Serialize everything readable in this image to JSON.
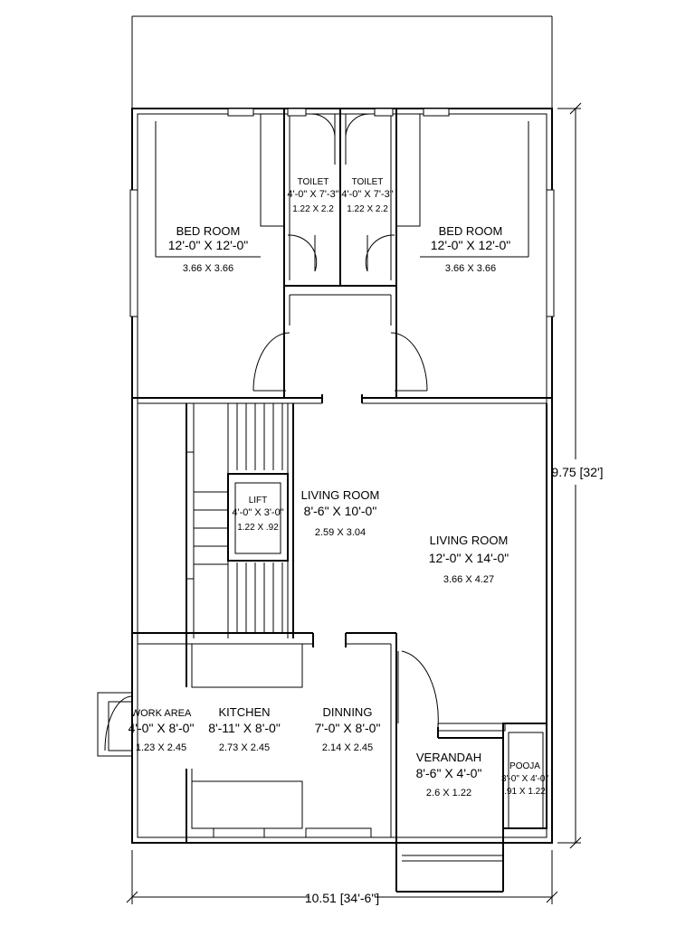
{
  "rooms": {
    "bed_left": {
      "name": "BED ROOM",
      "dim": "12'-0\" X 12'-0\"",
      "area": "3.66 X 3.66"
    },
    "bed_right": {
      "name": "BED ROOM",
      "dim": "12'-0\" X 12'-0\"",
      "area": "3.66 X 3.66"
    },
    "toilet_left": {
      "name": "TOILET",
      "dim": "4'-0\" X 7'-3\"",
      "area": "1.22 X 2.2"
    },
    "toilet_right": {
      "name": "TOILET",
      "dim": "4'-0\" X 7'-3\"",
      "area": "1.22 X 2.2"
    },
    "lift": {
      "name": "LIFT",
      "dim": "4'-0\" X 3'-0\"",
      "area": "1.22 X .92"
    },
    "living_small": {
      "name": "LIVING ROOM",
      "dim": "8'-6\" X 10'-0\"",
      "area": "2.59 X 3.04"
    },
    "living_large": {
      "name": "LIVING ROOM",
      "dim": "12'-0\" X 14'-0\"",
      "area": "3.66 X 4.27"
    },
    "work_area": {
      "name": "WORK AREA",
      "dim": "4'-0\" X 8'-0\"",
      "area": "1.23 X 2.45"
    },
    "kitchen": {
      "name": "KITCHEN",
      "dim": "8'-11\" X 8'-0\"",
      "area": "2.73 X 2.45"
    },
    "dinning": {
      "name": "DINNING",
      "dim": "7'-0\" X 8'-0\"",
      "area": "2.14 X 2.45"
    },
    "verandah": {
      "name": "VERANDAH",
      "dim": "8'-6\" X 4'-0\"",
      "area": "2.6 X 1.22"
    },
    "pooja": {
      "name": "POOJA",
      "dim": "3'-0\" X 4'-0\"",
      "area": ".91 X 1.22"
    }
  },
  "dimensions": {
    "overall_depth": "9.75 [32']",
    "overall_width": "10.51 [34'-6\"]"
  }
}
